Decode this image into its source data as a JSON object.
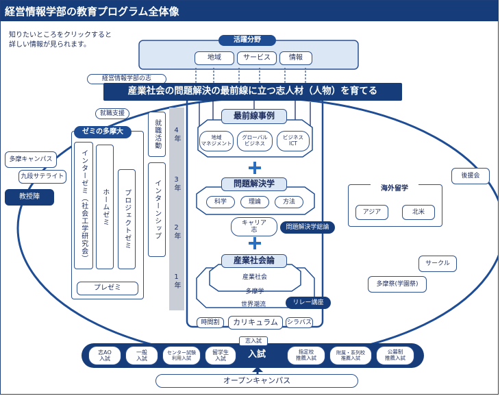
{
  "title": "経営情報学部の教育プログラム全体像",
  "instruction": "知りたいところをクリックすると\n詳しい情報が見られます。",
  "activity": {
    "title": "活躍分野",
    "items": [
      "地域",
      "サービス",
      "情報"
    ]
  },
  "mission_label": "経営情報学部の志",
  "mission": "産業社会の問題解決の最前線に立つ志人材（人物）を育てる",
  "job_support": "就職支援",
  "zemi": {
    "title": "ゼミの多摩大",
    "items": [
      "インターゼミ（社会工学研究会）",
      "ホームゼミ",
      "プロジェクトゼミ"
    ],
    "pre": "プレゼミ"
  },
  "left": {
    "campus": "多摩キャンパス",
    "satellite": "九段サテライト",
    "faculty": "教授陣"
  },
  "shushoku": "就職活動",
  "internship": "インターンシップ",
  "years": [
    "4年",
    "3年",
    "2年",
    "1年"
  ],
  "frontline": {
    "title": "最前線事例",
    "items": [
      "地域\nマネジメント",
      "グローバル\nビジネス",
      "ビジネス\nICT"
    ]
  },
  "problem": {
    "title": "問題解決学",
    "items": [
      "科学",
      "理論",
      "方法"
    ],
    "career": "キャリア\n志",
    "theory": "問題解決学総論"
  },
  "industry": {
    "title": "産業社会論",
    "items": [
      "産業社会",
      "多摩学",
      "世界潮流"
    ],
    "relay": "リレー講座"
  },
  "curriculum": {
    "jikanwari": "時間割",
    "main": "カリキュラム",
    "syllabus": "シラバス"
  },
  "plus": "+",
  "right": {
    "alumni": "後援会",
    "abroad": {
      "title": "海外留学",
      "items": [
        "アジア",
        "北米"
      ]
    },
    "circle": "サークル",
    "festival": "多摩祭(学園祭)"
  },
  "admission": {
    "shiyou": "志入試",
    "main": "入試",
    "items": [
      "志AO\n入試",
      "一般\n入試",
      "センター試験\n利用入試",
      "留学生\n入試",
      "指定校\n推薦入試",
      "附属・系列校\n推薦入試",
      "公募制\n推薦入試"
    ]
  },
  "open_campus": "オープンキャンパス",
  "colors": {
    "navy": "#163d7a",
    "blue": "#1f4d94",
    "light": "#dbe7f5",
    "line": "#2b4f8f"
  }
}
